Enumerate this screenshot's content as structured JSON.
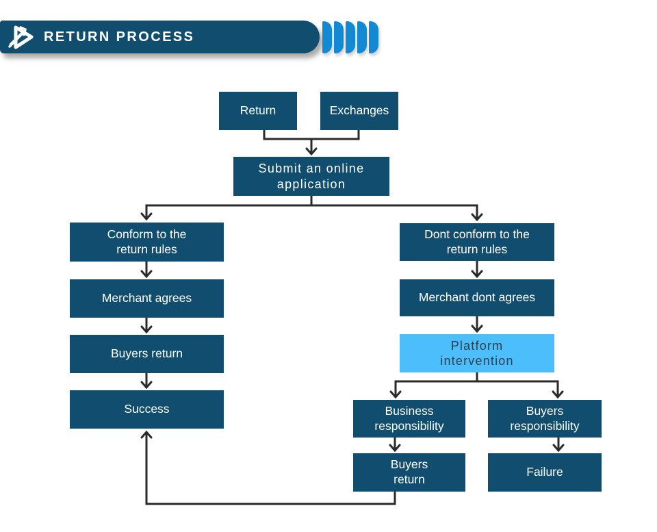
{
  "header": {
    "title": "RETURN PROCESS",
    "logo": "wrench-play-icon",
    "chevron_count": 5
  },
  "colors": {
    "navy": "#114D6E",
    "light_blue": "#4BBEFB",
    "chevron_blue": "#1489D3",
    "connector": "#2A2A2A",
    "platform_text": "#2E3F4C"
  },
  "nodes": {
    "return": "Return",
    "exchanges": "Exchanges",
    "submit": "Submit an online\napplication",
    "conform": "Conform to the\nreturn rules",
    "merchant_agrees": "Merchant agrees",
    "buyers_return": "Buyers return",
    "success": "Success",
    "dont_conform": "Dont conform to the\nreturn rules",
    "merchant_dont_agree": "Merchant dont agrees",
    "platform_intervention": "Platform\nintervention",
    "business_responsibility": "Business\nresponsibility",
    "buyers_responsibility": "Buyers\nresponsibility",
    "buyers_return_2": "Buyers\nreturn",
    "failure": "Failure"
  }
}
